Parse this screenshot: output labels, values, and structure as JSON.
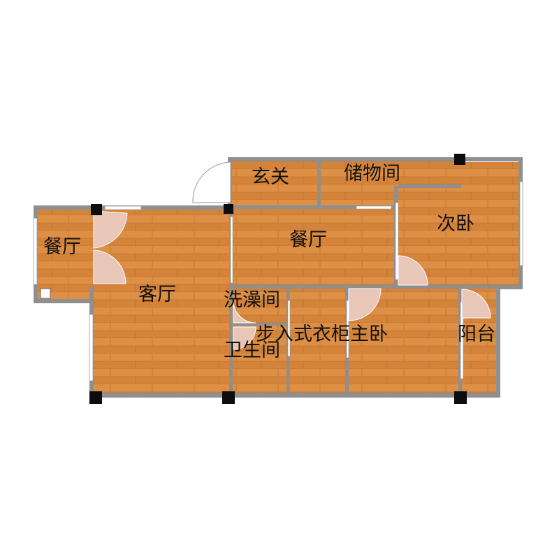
{
  "floor_plan": {
    "colors": {
      "floor": "#d98a3f",
      "floor_dark": "#c9782f",
      "floor_line": "#b8692a",
      "wall": "#8f8f8f",
      "column": "#0d0d0d",
      "door_swing": "#e8c6b8",
      "window": "#ffffff"
    },
    "rooms": [
      {
        "id": "entrance",
        "label": "玄关"
      },
      {
        "id": "storage",
        "label": "储物间"
      },
      {
        "id": "bedroom2",
        "label": "次卧"
      },
      {
        "id": "dining_left",
        "label": "餐厅"
      },
      {
        "id": "dining_main",
        "label": "餐厅"
      },
      {
        "id": "living",
        "label": "客厅"
      },
      {
        "id": "shower",
        "label": "洗澡间"
      },
      {
        "id": "wardrobe_master",
        "label": "步入式衣柜主卧"
      },
      {
        "id": "balcony",
        "label": "阳台"
      },
      {
        "id": "toilet",
        "label": "卫生间"
      }
    ]
  }
}
